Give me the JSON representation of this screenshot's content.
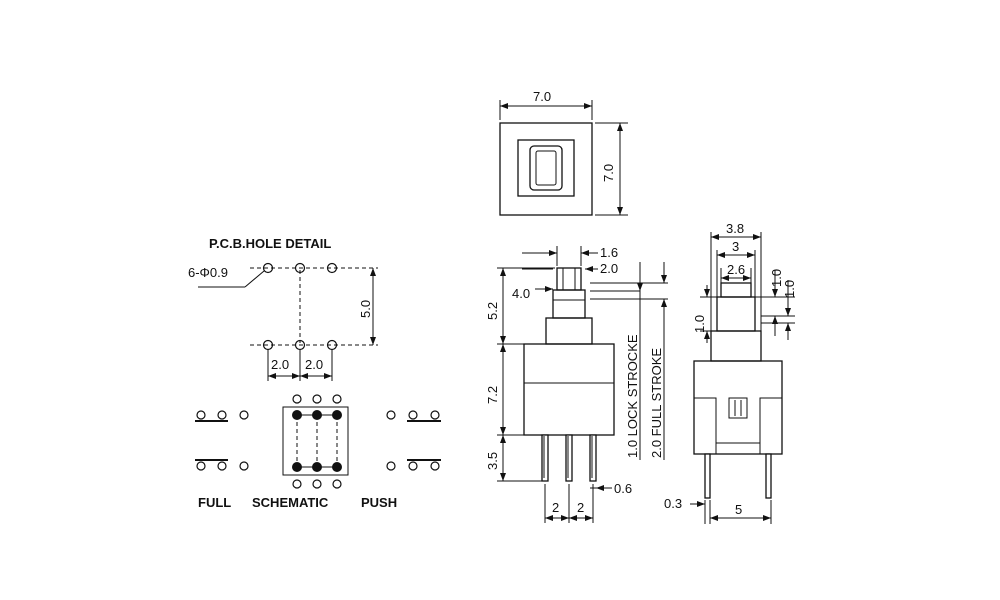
{
  "pcb": {
    "title": "P.C.B.HOLE DETAIL",
    "hole_label": "6-Φ0.9",
    "dim_pitch_1": "2.0",
    "dim_pitch_2": "2.0",
    "dim_row": "5.0"
  },
  "schematic": {
    "label_full": "FULL",
    "label_schematic": "SCHEMATIC",
    "label_push": "PUSH"
  },
  "top_view": {
    "dim_width": "7.0",
    "dim_height": "7.0"
  },
  "front_view": {
    "dim_1_6": "1.6",
    "dim_2_0": "2.0",
    "dim_4_0": "4.0",
    "dim_5_2": "5.2",
    "dim_7_2": "7.2",
    "dim_3_5": "3.5",
    "dim_pitch_1": "2",
    "dim_pitch_2": "2",
    "dim_pin": "0.6",
    "lock_stroke": "1.0 LOCK STROCKE",
    "full_stroke": "2.0 FULL STROKE"
  },
  "side_view": {
    "dim_3_8": "3.8",
    "dim_3": "3",
    "dim_2_6": "2.6",
    "dim_1_0_a": "1.0",
    "dim_1_0_b": "1.0",
    "dim_1_0_c": "1.0",
    "dim_0_3": "0.3",
    "dim_5": "5"
  }
}
